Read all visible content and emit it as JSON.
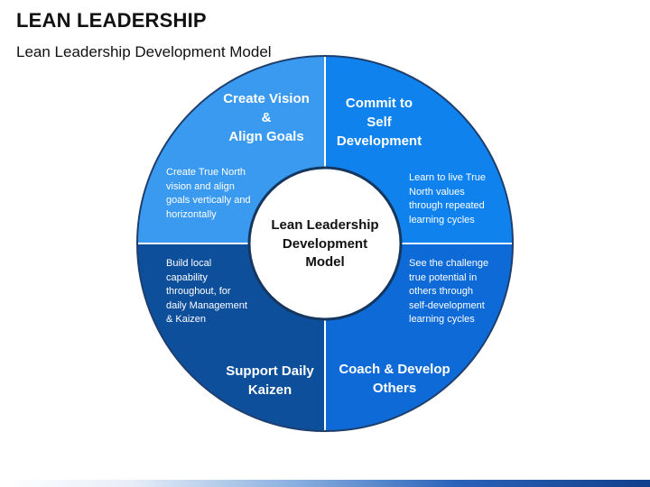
{
  "title": "LEAN LEADERSHIP",
  "subtitle": "Lean Leadership Development Model",
  "center": {
    "label": "Lean Leadership\nDevelopment\nModel"
  },
  "quadrants": [
    {
      "title": "Create Vision\n&\nAlign  Goals",
      "description": "Create True North\nvision and align\ngoals vertically and\nhorizontally",
      "color": "#3a9af0"
    },
    {
      "title": "Commit to\nSelf\nDevelopment",
      "description": "Learn to live True\nNorth values\nthrough repeated\nlearning cycles",
      "color": "#0f82ee"
    },
    {
      "title": "Coach & Develop\nOthers",
      "description": "See the challenge\ntrue potential in\nothers through\nself-development\nlearning cycles",
      "color": "#0d6ad6"
    },
    {
      "title": "Support Daily\nKaizen",
      "description": "Build local\ncapability\nthroughout, for\ndaily Management\n& Kaizen",
      "color": "#0e4f9c"
    }
  ],
  "colors": {
    "outline": "#1e3f6e",
    "center_fill": "#ffffff",
    "center_stroke": "#15375f"
  }
}
